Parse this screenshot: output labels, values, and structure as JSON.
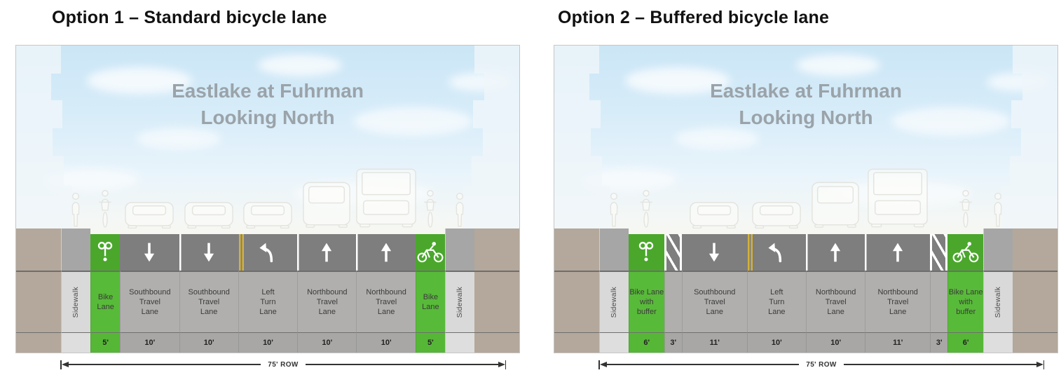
{
  "panels": [
    {
      "title": "Option 1 – Standard bicycle lane",
      "watermark": [
        "Eastlake at Fuhrman",
        "Looking North"
      ],
      "row_label": "75' ROW",
      "lanes": [
        {
          "kind": "edge",
          "figure": null
        },
        {
          "kind": "sidewalk",
          "label": "Sidewalk",
          "figure": "pedestrian"
        },
        {
          "kind": "bike",
          "label": "Bike\nLane",
          "width": "5'",
          "feet": 5,
          "icon": "bike-front-icon",
          "figure": "cyclist"
        },
        {
          "kind": "travel",
          "label": "Southbound\nTravel\nLane",
          "width": "10'",
          "feet": 10,
          "icon": "arrow-down-icon",
          "figure": "car"
        },
        {
          "kind": "travel",
          "label": "Southbound\nTravel\nLane",
          "width": "10'",
          "feet": 10,
          "icon": "arrow-down-icon",
          "divider": "white",
          "figure": "car"
        },
        {
          "kind": "travel",
          "label": "Left\nTurn\nLane",
          "width": "10'",
          "feet": 10,
          "icon": "arrow-left-turn-icon",
          "divider": "double-yellow",
          "figure": "car"
        },
        {
          "kind": "travel",
          "label": "Northbound\nTravel\nLane",
          "width": "10'",
          "feet": 10,
          "icon": "arrow-up-icon",
          "divider": "white",
          "figure": "van"
        },
        {
          "kind": "travel",
          "label": "Northbound\nTravel\nLane",
          "width": "10'",
          "feet": 10,
          "icon": "arrow-up-icon",
          "divider": "white",
          "figure": "bus"
        },
        {
          "kind": "bike",
          "label": "Bike\nLane",
          "width": "5'",
          "feet": 5,
          "icon": "bike-side-icon",
          "figure": "cyclist"
        },
        {
          "kind": "sidewalk",
          "label": "Sidewalk",
          "figure": "pedestrian"
        },
        {
          "kind": "edge",
          "figure": null
        }
      ]
    },
    {
      "title": "Option 2 – Buffered bicycle lane",
      "watermark": [
        "Eastlake at Fuhrman",
        "Looking North"
      ],
      "row_label": "75' ROW",
      "lanes": [
        {
          "kind": "edge",
          "figure": null
        },
        {
          "kind": "sidewalk",
          "label": "Sidewalk",
          "figure": "pedestrian"
        },
        {
          "kind": "bike",
          "label": "Bike Lane\nwith\nbuffer",
          "width": "6'",
          "feet": 6,
          "icon": "bike-front-icon",
          "figure": "cyclist"
        },
        {
          "kind": "buffer",
          "width": "3'",
          "feet": 3,
          "icon": "buffer-hatch-icon"
        },
        {
          "kind": "travel",
          "label": "Southbound\nTravel\nLane",
          "width": "11'",
          "feet": 11,
          "icon": "arrow-down-icon",
          "figure": "car"
        },
        {
          "kind": "travel",
          "label": "Left\nTurn\nLane",
          "width": "10'",
          "feet": 10,
          "icon": "arrow-left-turn-icon",
          "divider": "double-yellow",
          "figure": "car"
        },
        {
          "kind": "travel",
          "label": "Northbound\nTravel\nLane",
          "width": "10'",
          "feet": 10,
          "icon": "arrow-up-icon",
          "divider": "white",
          "figure": "van"
        },
        {
          "kind": "travel",
          "label": "Northbound\nTravel\nLane",
          "width": "11'",
          "feet": 11,
          "icon": "arrow-up-icon",
          "divider": "white",
          "figure": "bus"
        },
        {
          "kind": "buffer",
          "width": "3'",
          "feet": 3,
          "icon": "buffer-hatch-icon"
        },
        {
          "kind": "bike",
          "label": "Bike Lane\nwith\nbuffer",
          "width": "6'",
          "feet": 6,
          "icon": "bike-side-icon",
          "figure": "cyclist"
        },
        {
          "kind": "sidewalk",
          "label": "Sidewalk",
          "figure": "pedestrian"
        },
        {
          "kind": "edge",
          "figure": null
        }
      ]
    }
  ],
  "colors": {
    "bike_lane_green": "#4aa72c",
    "bike_label_green": "#58ba39",
    "road_gray": "#7e7e7e",
    "lane_label_gray": "#b0afad",
    "sidewalk_gray": "#d9d9d9",
    "edge_brown": "#b3a89b",
    "centerline_yellow": "#d3b23b"
  }
}
